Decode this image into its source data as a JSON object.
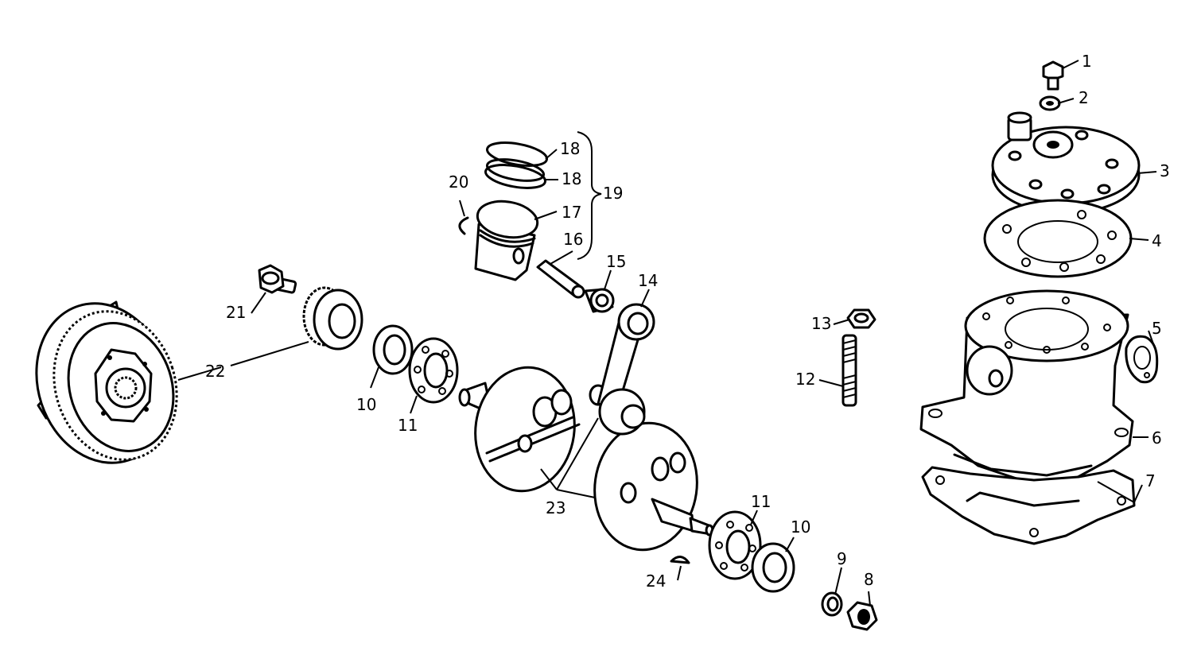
{
  "diagram": {
    "callouts": [
      "1",
      "2",
      "3",
      "4",
      "5",
      "6",
      "7",
      "8",
      "9",
      "10",
      "11",
      "12",
      "13",
      "14",
      "15",
      "16",
      "17",
      "18",
      "19",
      "20",
      "21",
      "22",
      "23",
      "24"
    ],
    "labels": {
      "l1": "1",
      "l2": "2",
      "l3": "3",
      "l4": "4",
      "l5": "5",
      "l6": "6",
      "l7": "7",
      "l8": "8",
      "l9": "9",
      "l10a": "10",
      "l10b": "10",
      "l11a": "11",
      "l11b": "11",
      "l12": "12",
      "l13": "13",
      "l14": "14",
      "l15": "15",
      "l16": "16",
      "l17": "17",
      "l18a": "18",
      "l18b": "18",
      "l19": "19",
      "l20": "20",
      "l21": "21",
      "l22": "22",
      "l23": "23",
      "l24": "24"
    }
  }
}
